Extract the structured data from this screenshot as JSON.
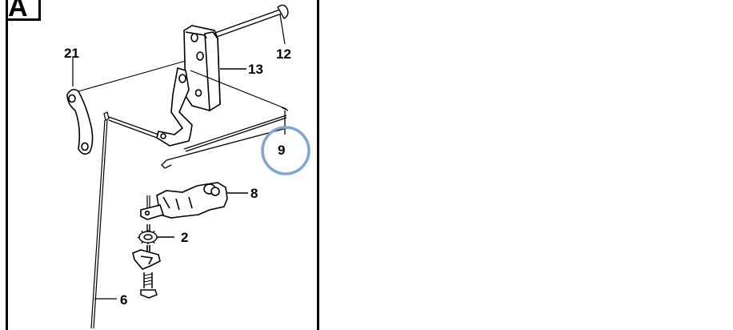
{
  "panel": {
    "letter": "A"
  },
  "callouts": [
    {
      "id": "c21",
      "label": "21"
    },
    {
      "id": "c12",
      "label": "12"
    },
    {
      "id": "c13",
      "label": "13"
    },
    {
      "id": "c9",
      "label": "9"
    },
    {
      "id": "c8",
      "label": "8"
    },
    {
      "id": "c2",
      "label": "2"
    },
    {
      "id": "c6",
      "label": "6"
    }
  ],
  "highlight": {
    "target": "9",
    "color": "#7ea6d3"
  }
}
